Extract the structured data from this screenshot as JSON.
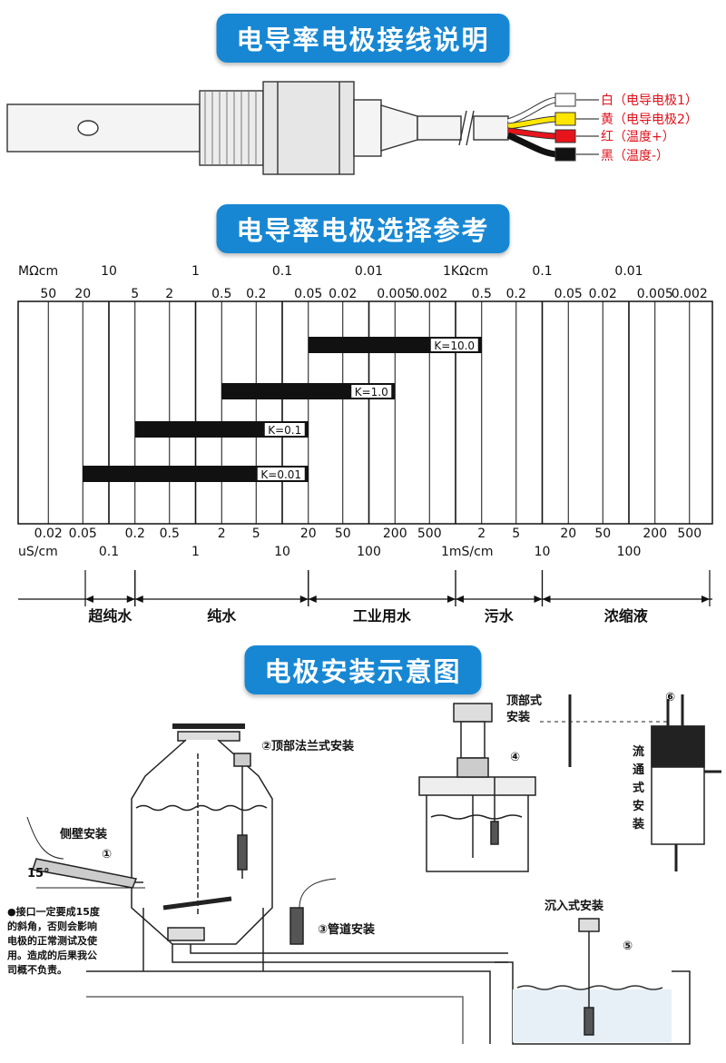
{
  "sections": {
    "wiring_title": "电导率电极接线说明",
    "selection_title": "电导率电极选择参考",
    "install_title": "电极安装示意图"
  },
  "wiring": {
    "wires": [
      {
        "label": "白（电导电极1）",
        "color": "#ffffff"
      },
      {
        "label": "黄（电导电极2）",
        "color": "#ffe600"
      },
      {
        "label": "红（温度+）",
        "color": "#e8141c"
      },
      {
        "label": "黑（温度-）",
        "color": "#111111"
      }
    ]
  },
  "chart": {
    "top_units": {
      "left": "MΩcm",
      "right": "1KΩcm"
    },
    "top_row1": [
      "10",
      "1",
      "0.1",
      "0.01",
      "0.1",
      "0.01"
    ],
    "top_row2": [
      "50",
      "20",
      "5",
      "2",
      "0.5",
      "0.2",
      "0.05",
      "0.02",
      "0.005",
      "0.002",
      "0.5",
      "0.2",
      "0.05",
      "0.02",
      "0.005",
      "0.002"
    ],
    "bottom_row1": [
      "0.02",
      "0.05",
      "0.2",
      "0.5",
      "2",
      "5",
      "20",
      "50",
      "200",
      "500",
      "2",
      "5",
      "20",
      "50",
      "200",
      "500"
    ],
    "bottom_row2": [
      "0.1",
      "1",
      "10",
      "100",
      "10",
      "100"
    ],
    "bottom_units": {
      "left": "uS/cm",
      "right": "1mS/cm"
    },
    "categories": [
      "超纯水",
      "纯水",
      "工业用水",
      "污水",
      "浓缩液"
    ]
  },
  "chart_data": {
    "type": "bar",
    "categories": [
      "K=10.0",
      "K=1.0",
      "K=0.1",
      "K=0.01"
    ],
    "series": [
      {
        "values": [
          [
            20,
            2000
          ],
          [
            2,
            200
          ],
          [
            0.2,
            20
          ],
          [
            0.05,
            20
          ]
        ]
      }
    ],
    "xlabel": "uS/cm",
    "xscale": "log",
    "ranges_uS_cm": [
      {
        "label": "超纯水",
        "min": 0.05,
        "max": 0.2
      },
      {
        "label": "纯水",
        "min": 0.2,
        "max": 20
      },
      {
        "label": "工业用水",
        "min": 20,
        "max": 1000
      },
      {
        "label": "污水",
        "min": 1000,
        "max": 10000
      },
      {
        "label": "浓缩液",
        "min": 10000,
        "max": 1000000
      }
    ]
  },
  "install": {
    "top_flange": "②顶部法兰式安装",
    "side_wall": "侧壁安装",
    "side_num": "①",
    "angle": "15°",
    "pipe": "③管道安装",
    "top_mount": [
      "顶部式",
      "安装"
    ],
    "num4": "④",
    "num6": "⑥",
    "flow": [
      "流",
      "通",
      "式",
      "安",
      "装"
    ],
    "immersion": "沉入式安装",
    "num5": "⑤",
    "note": [
      "●接口一定要成15度",
      "的斜角，否则会影响",
      "电极的正常测试及使",
      "用。造成的后果我公",
      "司概不负责。"
    ]
  }
}
